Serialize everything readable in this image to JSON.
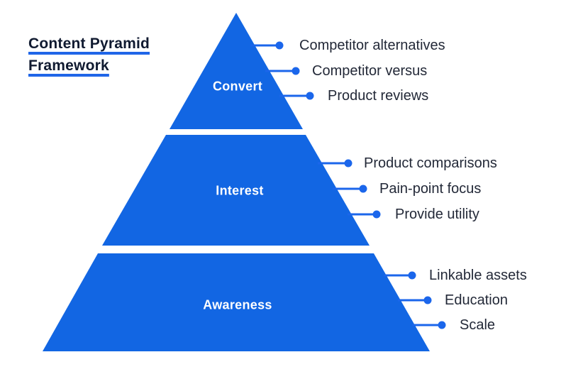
{
  "title": {
    "line1": "Content Pyramid",
    "line2": "Framework"
  },
  "colors": {
    "pyramid_blue": "#1266e3",
    "connector_blue": "#1b66eb",
    "label_text": "#232938",
    "title_text": "#101a30",
    "title_underline": "#2066e8",
    "tier_label": "#ffffff",
    "background": "#ffffff"
  },
  "pyramid": {
    "tiers": [
      {
        "id": "convert",
        "label": "Convert",
        "items": [
          "Competitor alternatives",
          "Competitor versus",
          "Product reviews"
        ]
      },
      {
        "id": "interest",
        "label": "Interest",
        "items": [
          "Product comparisons",
          "Pain-point focus",
          "Provide utility"
        ]
      },
      {
        "id": "awareness",
        "label": "Awareness",
        "items": [
          "Linkable assets",
          "Education",
          "Scale"
        ]
      }
    ]
  }
}
